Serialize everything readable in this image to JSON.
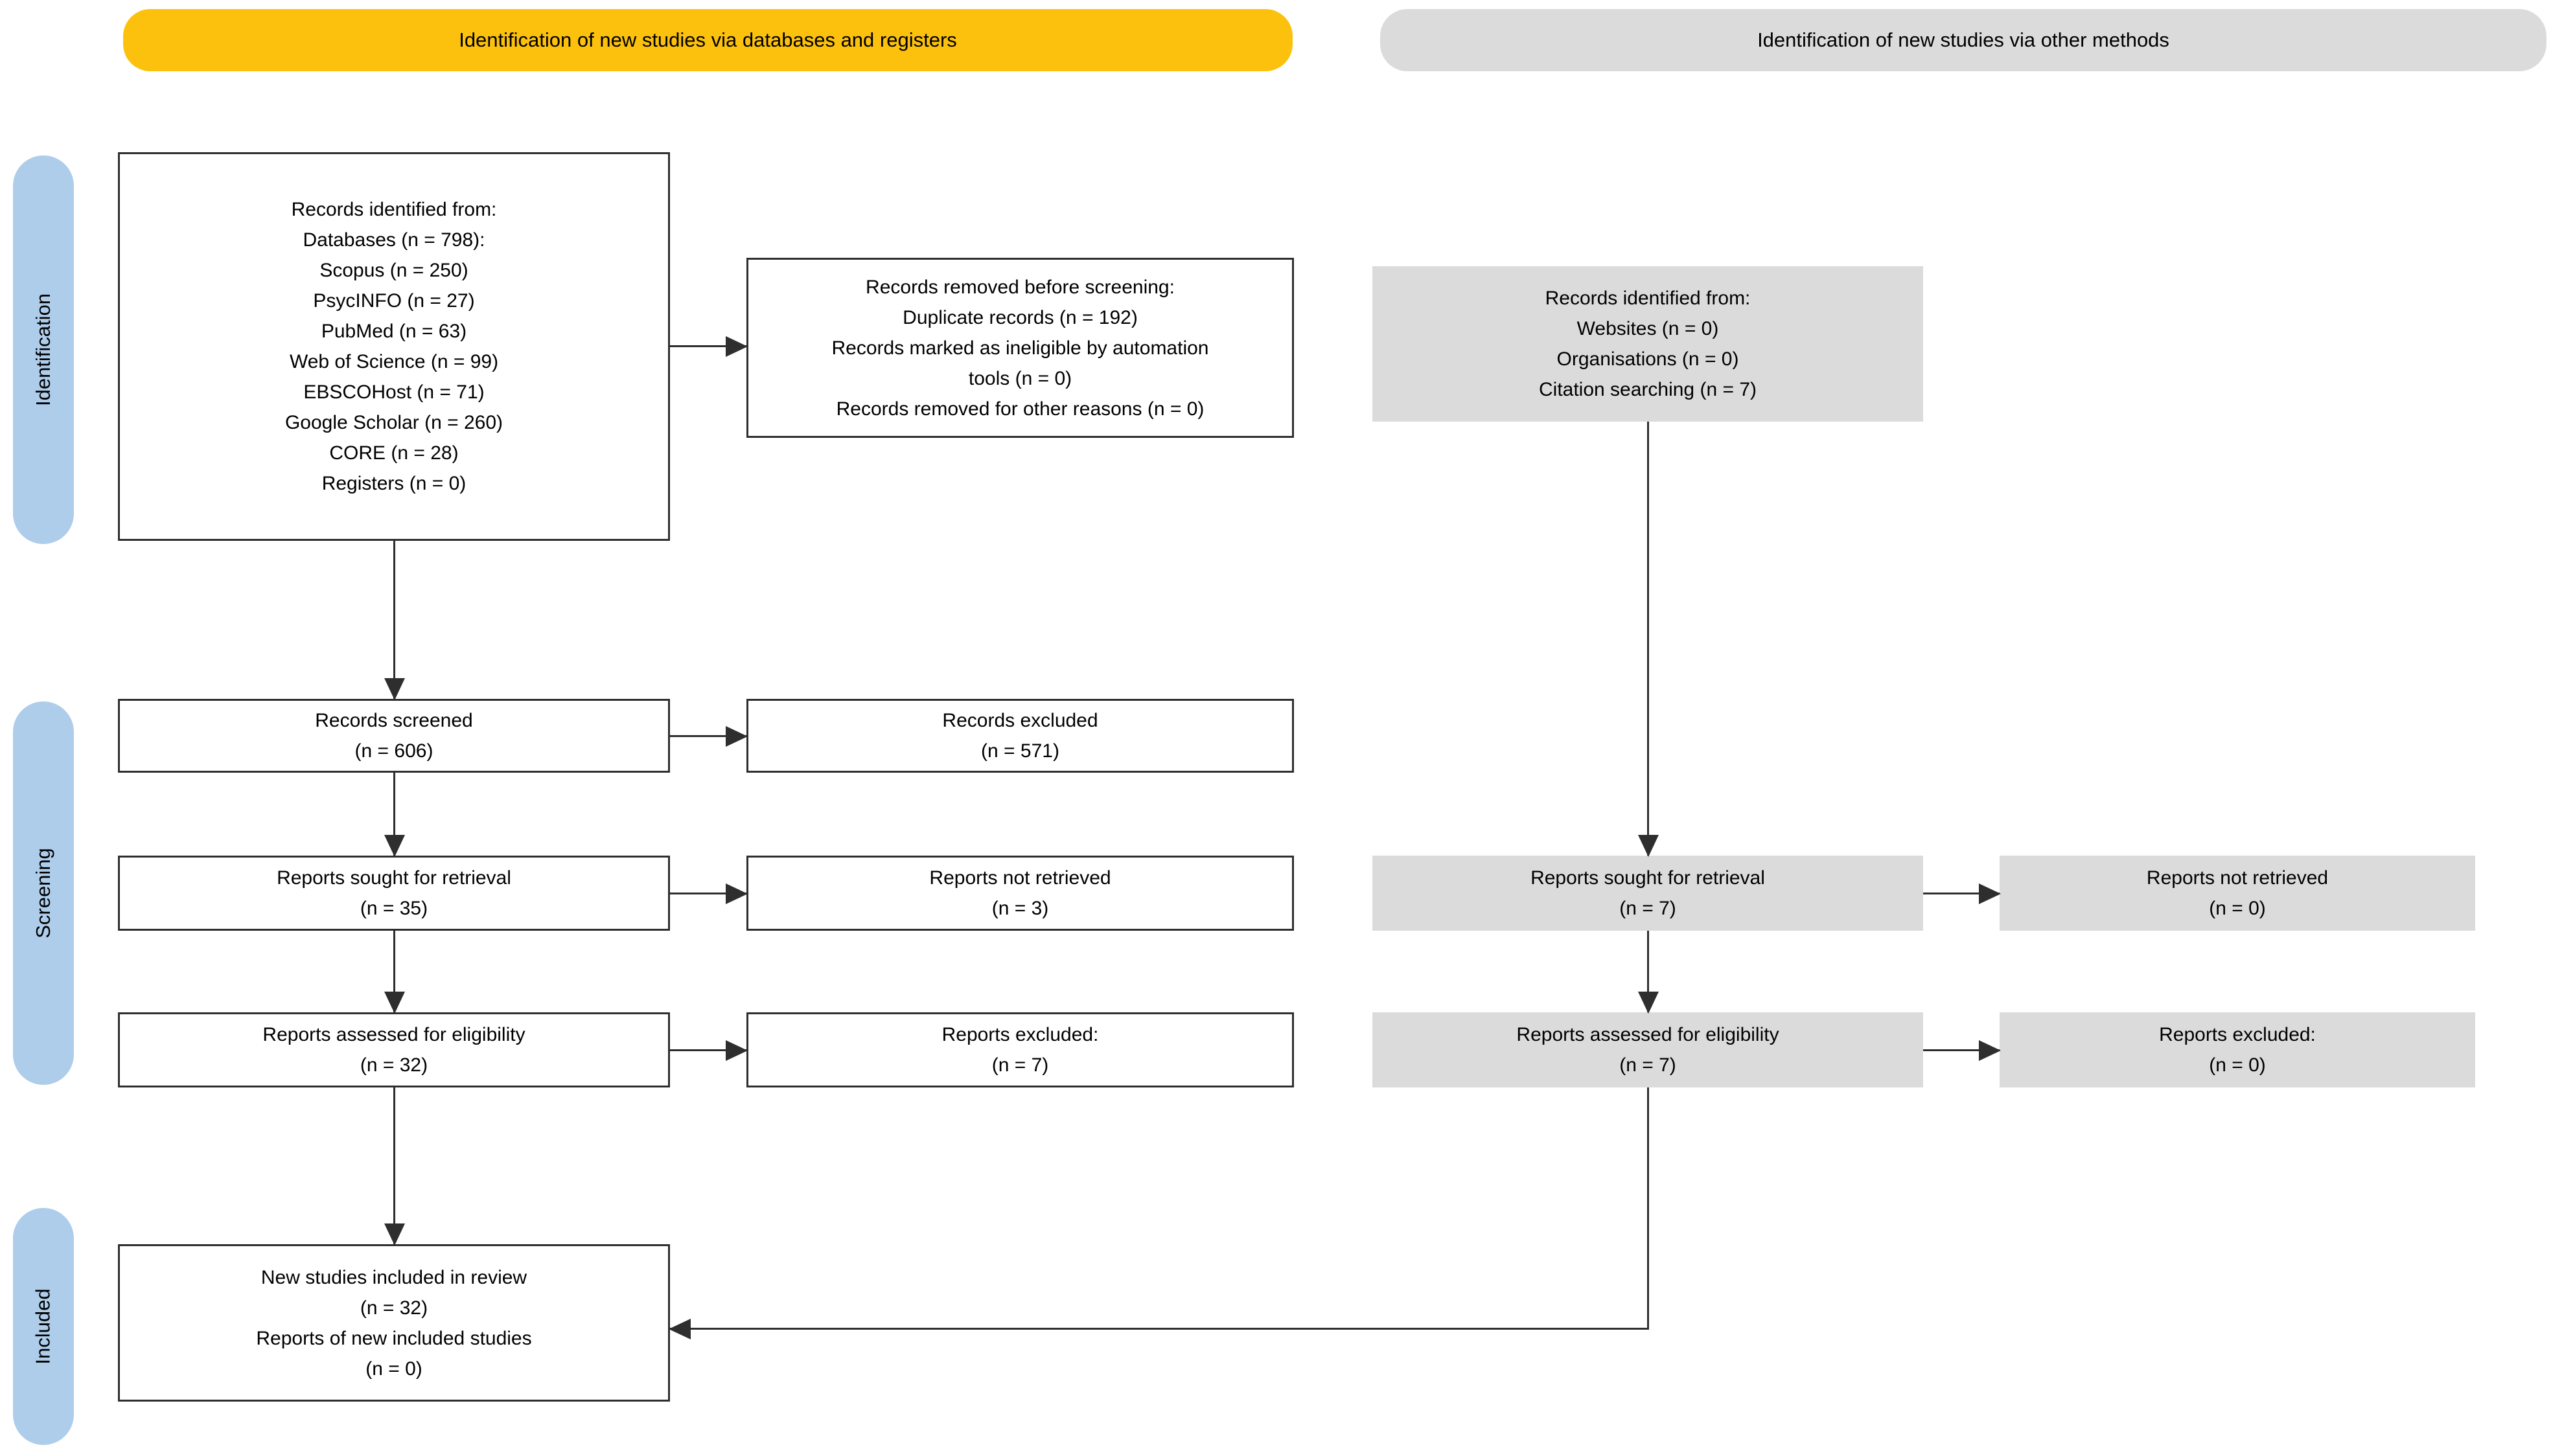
{
  "title_banners": {
    "databases": "Identification of new studies via databases and registers",
    "other_methods": "Identification of new studies via other methods"
  },
  "stage_labels": {
    "identification": "Identification",
    "screening": "Screening",
    "included": "Included"
  },
  "colors": {
    "banner_databases_bg": "#FCC10D",
    "banner_other_bg": "#DBDBDB",
    "stage_pill_bg": "#AECDEB",
    "gray_box_bg": "#DBDBDB",
    "box_border": "#2E2E2E",
    "arrow": "#2E2E2E"
  },
  "boxes": {
    "records_identified_databases": {
      "lines": [
        "Records identified from:",
        "Databases (n = 798):",
        "Scopus (n = 250)",
        "PsycINFO (n = 27)",
        "PubMed (n = 63)",
        "Web of Science (n = 99)",
        "EBSCOHost (n = 71)",
        "Google Scholar (n = 260)",
        "CORE (n = 28)",
        "Registers (n = 0)"
      ]
    },
    "records_removed_before_screening": {
      "lines": [
        "Records removed before screening:",
        "Duplicate records (n = 192)",
        "Records marked as ineligible by automation",
        "tools (n = 0)",
        "Records removed for other reasons (n = 0)"
      ]
    },
    "records_identified_other": {
      "lines": [
        "Records identified from:",
        "Websites (n = 0)",
        "Organisations (n = 0)",
        "Citation searching (n = 7)"
      ]
    },
    "records_screened": {
      "lines": [
        "Records screened",
        "(n = 606)"
      ]
    },
    "records_excluded": {
      "lines": [
        "Records excluded",
        "(n = 571)"
      ]
    },
    "reports_sought_databases": {
      "lines": [
        "Reports sought for retrieval",
        "(n = 35)"
      ]
    },
    "reports_not_retrieved_databases": {
      "lines": [
        "Reports not retrieved",
        "(n = 3)"
      ]
    },
    "reports_sought_other": {
      "lines": [
        "Reports sought for retrieval",
        "(n = 7)"
      ]
    },
    "reports_not_retrieved_other": {
      "lines": [
        "Reports not retrieved",
        "(n = 0)"
      ]
    },
    "reports_assessed_databases": {
      "lines": [
        "Reports assessed for eligibility",
        "(n = 32)"
      ]
    },
    "reports_excluded_databases": {
      "lines": [
        "Reports excluded:",
        "(n = 7)"
      ]
    },
    "reports_assessed_other": {
      "lines": [
        "Reports assessed for eligibility",
        "(n = 7)"
      ]
    },
    "reports_excluded_other": {
      "lines": [
        "Reports excluded:",
        "(n = 0)"
      ]
    },
    "new_studies_included": {
      "lines": [
        "New studies included in review",
        "(n = 32)",
        "Reports of new included studies",
        "(n = 0)"
      ]
    }
  }
}
